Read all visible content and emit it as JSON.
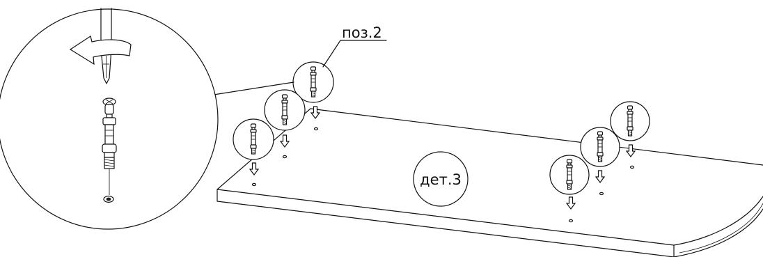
{
  "labels": {
    "position": "поз.2",
    "part": "дет.3"
  },
  "figure": {
    "background": "#ffffff",
    "ink": "#111111",
    "dowel_count": 6,
    "screwdriver_rotation": "counter-clockwise"
  }
}
